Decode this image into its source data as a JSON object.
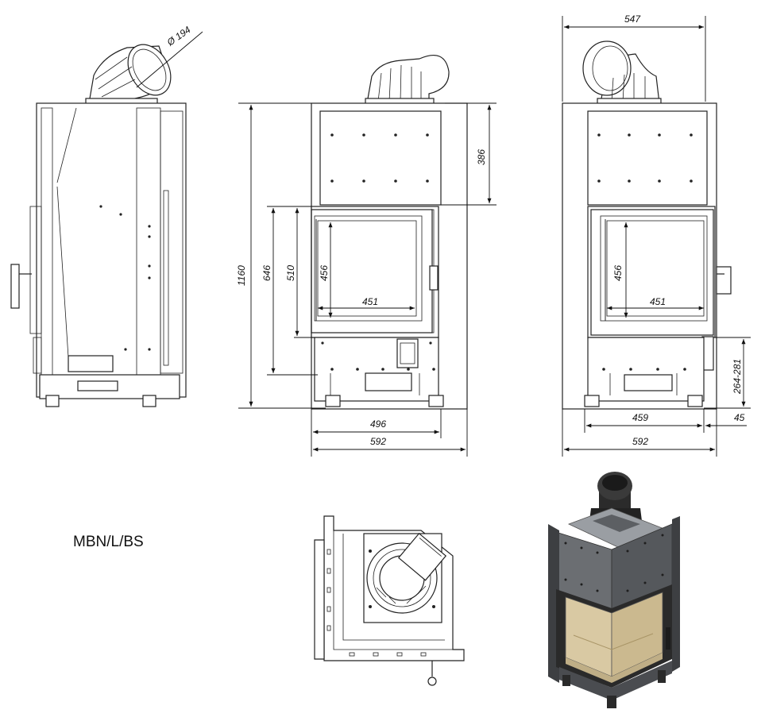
{
  "model_label": "MBN/L/BS",
  "dimensions": {
    "flue_diameter": "Ø 194",
    "total_height": "1160",
    "door_height_outer": "646",
    "door_height_mid": "510",
    "glass_height_front": "456",
    "glass_width_front": "451",
    "top_section_height": "386",
    "width_496": "496",
    "width_592_front": "592",
    "top_width": "547",
    "glass_height_side": "456",
    "glass_width_side": "451",
    "leg_range": "264-281",
    "width_459": "459",
    "offset_45": "45",
    "width_592_side": "592"
  },
  "colors": {
    "line": "#222222",
    "render_body": "#6b6e72",
    "render_glass": "#d9c9a3",
    "render_flue": "#2b2b2b"
  }
}
